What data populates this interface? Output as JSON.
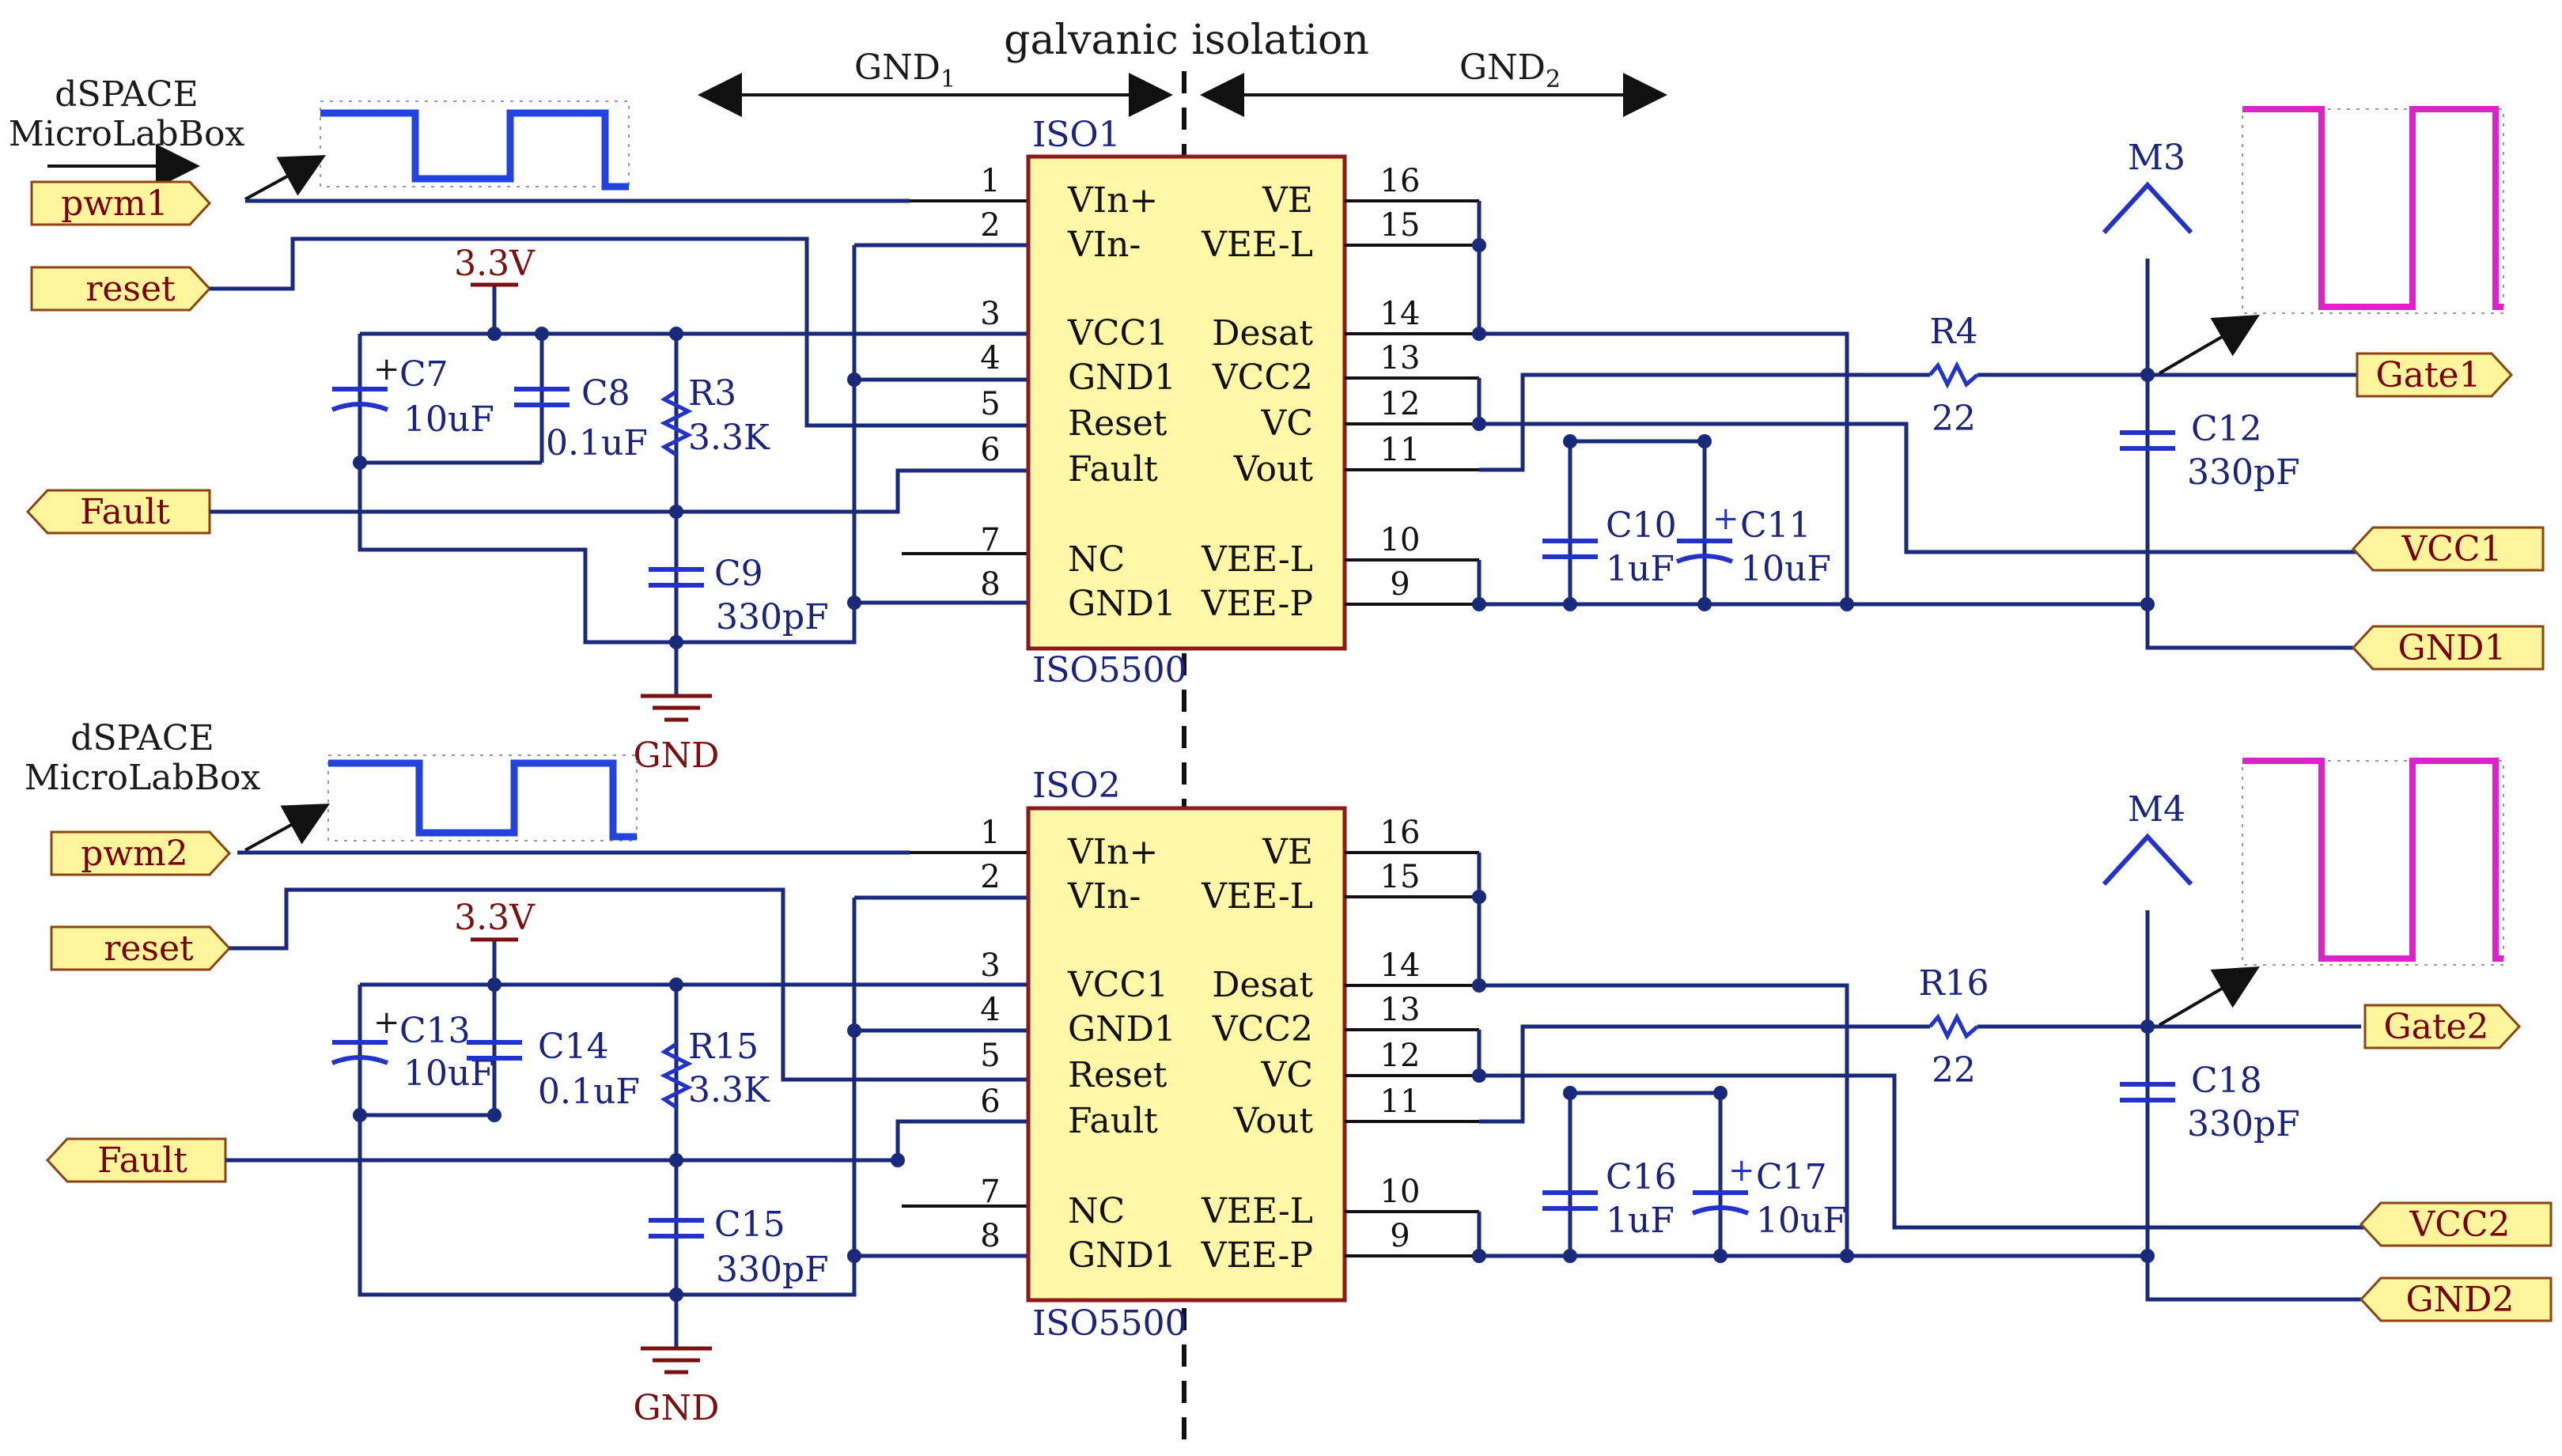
{
  "header": {
    "title": "galvanic isolation",
    "gnd_left": "GND",
    "gnd_left_sub": "1",
    "gnd_right": "GND",
    "gnd_right_sub": "2"
  },
  "source": {
    "line1": "dSPACE",
    "line2": "MicroLabBox"
  },
  "ports": {
    "pwm1": "pwm1",
    "pwm2": "pwm2",
    "reset": "reset",
    "fault": "Fault",
    "gate1": "Gate1",
    "gate2": "Gate2",
    "vcc1": "VCC1",
    "vcc2": "VCC2",
    "gnd1": "GND1",
    "gnd2": "GND2"
  },
  "power": {
    "supply": "3.3V",
    "ground": "GND"
  },
  "ic": {
    "top_name": "ISO1",
    "bottom_name": "ISO2",
    "part": "ISO5500",
    "left_pins": [
      {
        "num": "1",
        "name": "VIn+"
      },
      {
        "num": "2",
        "name": "VIn-"
      },
      {
        "num": "3",
        "name": "VCC1"
      },
      {
        "num": "4",
        "name": "GND1"
      },
      {
        "num": "5",
        "name": "Reset"
      },
      {
        "num": "6",
        "name": "Fault"
      },
      {
        "num": "7",
        "name": "NC"
      },
      {
        "num": "8",
        "name": "GND1"
      }
    ],
    "right_pins": [
      {
        "num": "16",
        "name": "VE"
      },
      {
        "num": "15",
        "name": "VEE-L"
      },
      {
        "num": "14",
        "name": "Desat"
      },
      {
        "num": "13",
        "name": "VCC2"
      },
      {
        "num": "12",
        "name": "VC"
      },
      {
        "num": "11",
        "name": "Vout"
      },
      {
        "num": "10",
        "name": "VEE-L"
      },
      {
        "num": "9",
        "name": "VEE-P"
      }
    ]
  },
  "top": {
    "c_a": "C7",
    "c_a_val": "10uF",
    "c_b": "C8",
    "c_b_val": "0.1uF",
    "r_pull": "R3",
    "r_pull_val": "3.3K",
    "c_flt": "C9",
    "c_flt_val": "330pF",
    "c_c": "C10",
    "c_c_val": "1uF",
    "c_d": "C11",
    "c_d_val": "10uF",
    "r_gate": "R4",
    "r_gate_val": "22",
    "c_gate": "C12",
    "c_gate_val": "330pF",
    "mosfet": "M3"
  },
  "bottom": {
    "c_a": "C13",
    "c_a_val": "10uF",
    "c_b": "C14",
    "c_b_val": "0.1uF",
    "r_pull": "R15",
    "r_pull_val": "3.3K",
    "c_flt": "C15",
    "c_flt_val": "330pF",
    "c_c": "C16",
    "c_c_val": "1uF",
    "c_d": "C17",
    "c_d_val": "10uF",
    "r_gate": "R16",
    "r_gate_val": "22",
    "c_gate": "C18",
    "c_gate_val": "330pF",
    "mosfet": "M4"
  },
  "colors": {
    "wire": "#1a2a7a",
    "ic_fill": "#fff7a8",
    "ic_border": "#8b1a1a",
    "port_fill": "#fff59d",
    "input_wave": "#2244dd",
    "output_wave": "#dd22cc",
    "power": "#7a1010"
  }
}
